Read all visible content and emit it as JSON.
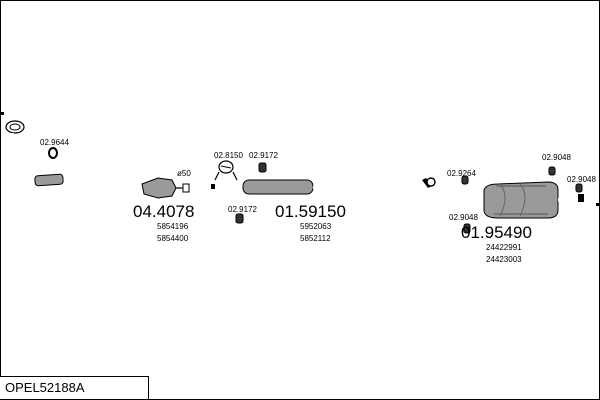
{
  "vehicle_code": "OPEL52188A",
  "groups": [
    {
      "main": "04.4078",
      "subs": [
        "5854196",
        "5854400"
      ]
    },
    {
      "main": "01.59150",
      "subs": [
        "5952063",
        "5852112"
      ]
    },
    {
      "main": "01.95490",
      "subs": [
        "24422991",
        "24423003"
      ]
    }
  ],
  "part_labels": [
    "02.9644",
    "ø50",
    "02.8150",
    "02.9172",
    "02.9172",
    "02.9264",
    "02.9048",
    "02.9048",
    "02.9048"
  ]
}
